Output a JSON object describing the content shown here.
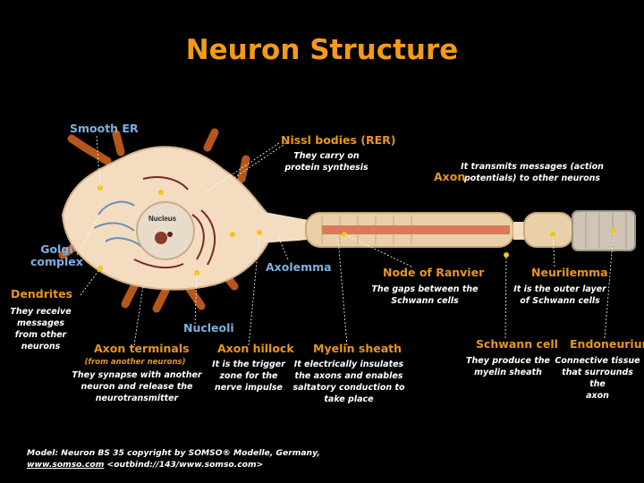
{
  "title": "Neuron Structure",
  "labels": {
    "smooth_er": "Smooth ER",
    "nissl": "Nissl bodies (RER)",
    "nissl_desc": "They carry on\nprotein synthesis",
    "axon": "Axon",
    "axon_desc": "It transmits messages (action\npotentials) to other neurons",
    "golgi": "Golgi\ncomplex",
    "dendrites": "Dendrites",
    "dendrites_desc": "They receive\nmessages\nfrom other\nneurons",
    "axolemma": "Axolemma",
    "nucleus": "Nucleus",
    "node": "Node of Ranvier",
    "node_desc": "The gaps between the\nSchwann cells",
    "neurilemma": "Neurilemma",
    "neurilemma_desc": "It is the outer layer\nof Schwann cells",
    "nucleoli": "Nucleoli",
    "terminals": "Axon terminals",
    "terminals_sub": "(from another neurons)",
    "terminals_desc": "They synapse with another\nneuron and release the\nneurotransmitter",
    "hillock": "Axon hillock",
    "hillock_desc": "It is the trigger\nzone for the\nnerve impulse",
    "myelin": "Myelin sheath",
    "myelin_desc": "It electrically insulates\nthe axons and enables\nsaltatory conduction to\ntake place",
    "schwann": "Schwann cell",
    "schwann_desc": "They produce the\nmyelin sheath",
    "endoneurium": "Endoneurium",
    "endoneurium_desc": "Connective tissue\nthat surrounds the\naxon"
  },
  "credit": {
    "line1": "Model:  Neuron BS 35 copyright by SOMSO® Modelle,  Germany,",
    "link": "www.somso.com",
    "line2_rest": " <outbind://143/www.somso.com>"
  }
}
